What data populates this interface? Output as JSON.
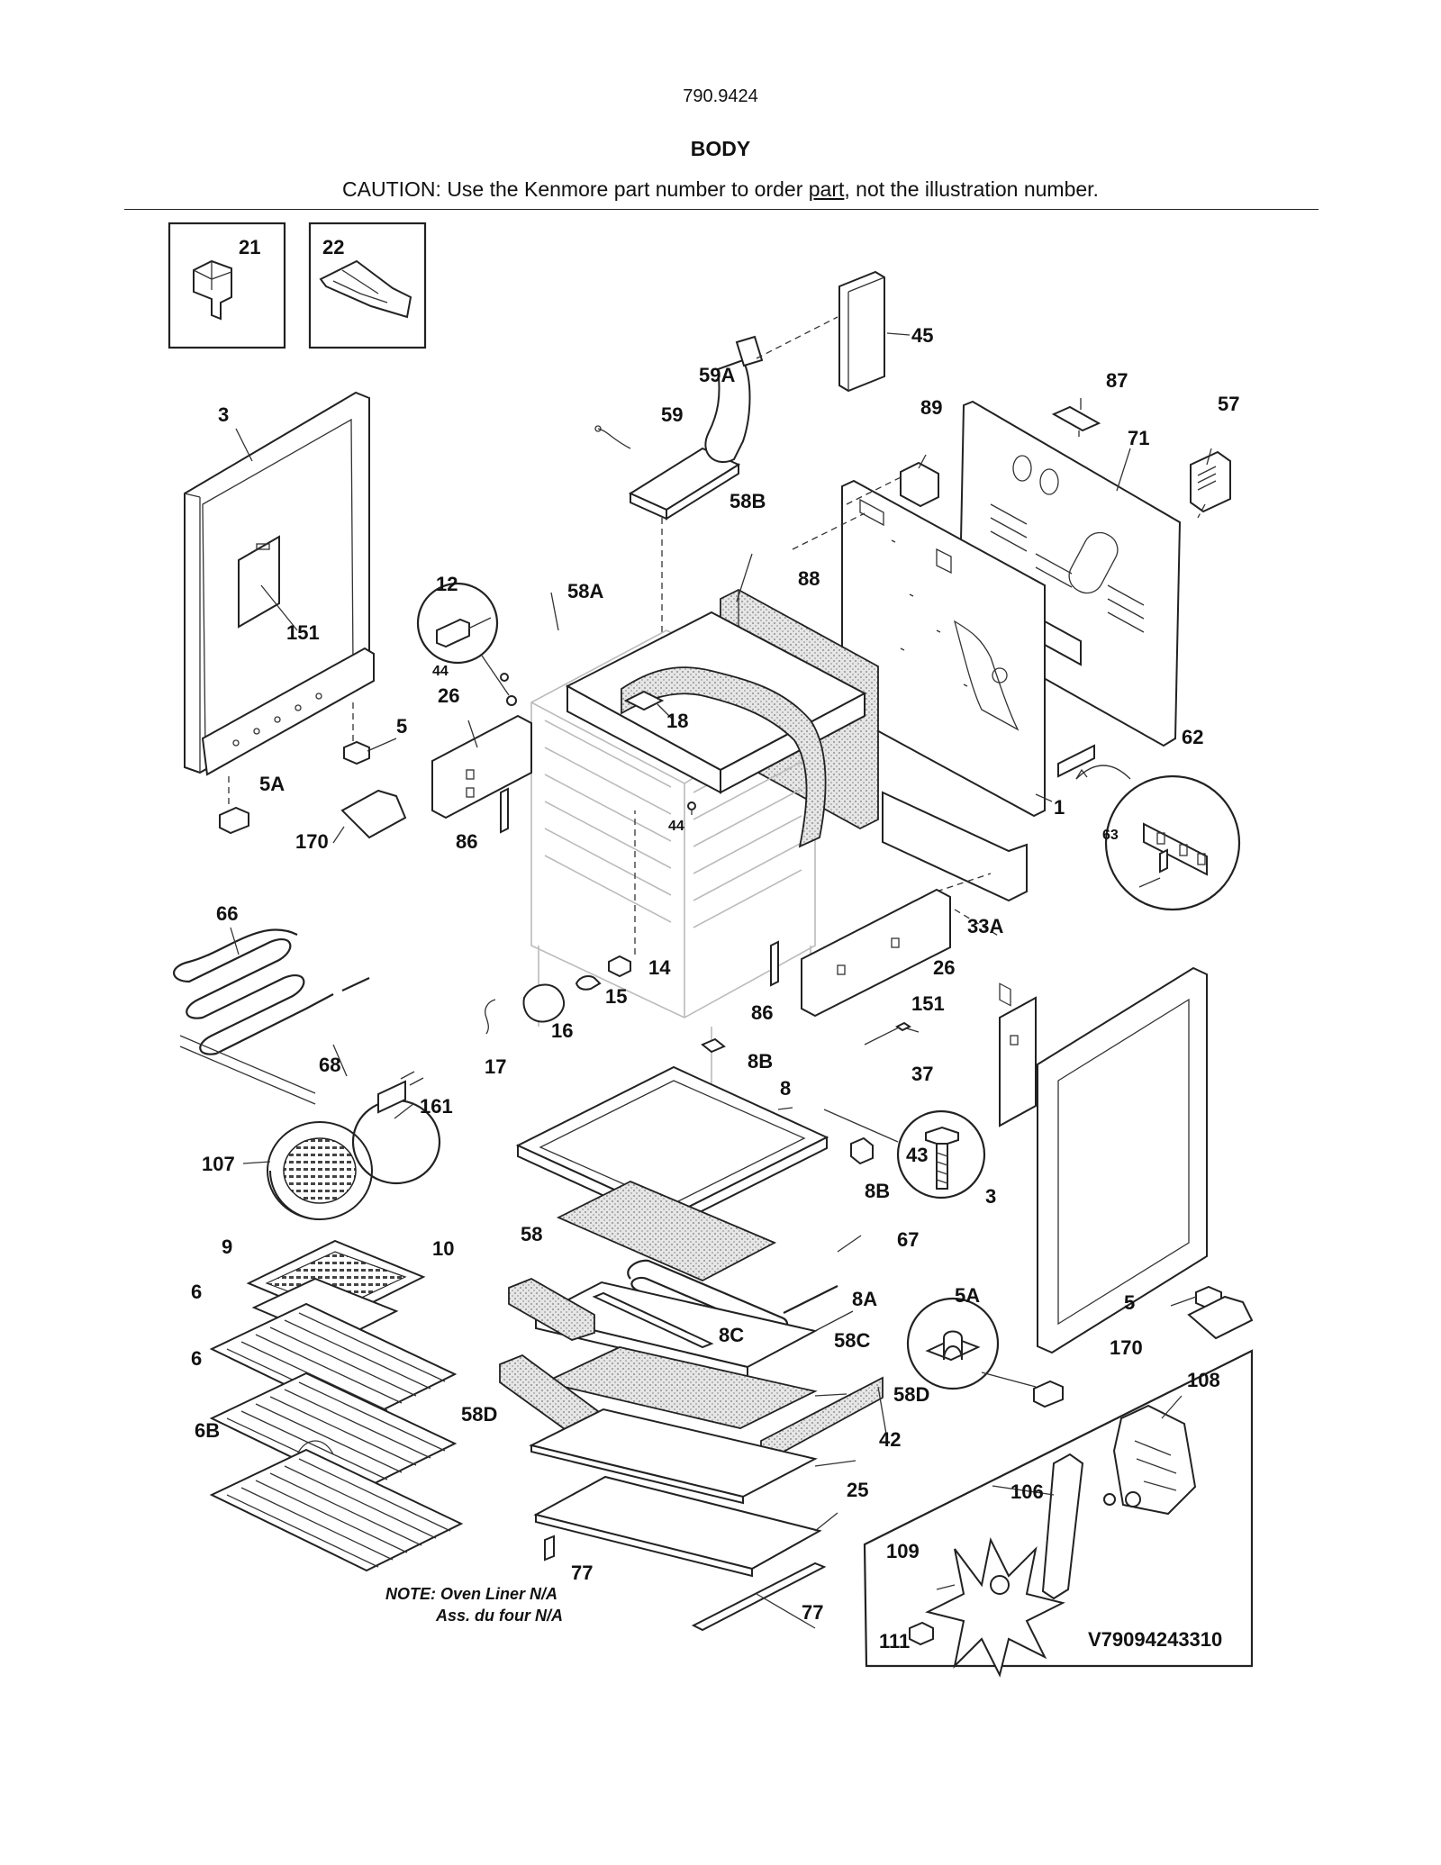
{
  "header": {
    "model_number": "790.9424",
    "title": "BODY",
    "caution_prefix": "CAUTION: Use the Kenmore part number to order ",
    "caution_underlined": "part",
    "caution_suffix": ", not the illustration number."
  },
  "callouts": {
    "c21": "21",
    "c22": "22",
    "c45": "45",
    "c59A": "59A",
    "c59": "59",
    "c87": "87",
    "c57": "57",
    "c89": "89",
    "c71": "71",
    "c3a": "3",
    "c151a": "151",
    "c58B": "58B",
    "c88": "88",
    "c12": "12",
    "c58A": "58A",
    "c44a": "44",
    "c26a": "26",
    "c18": "18",
    "c5a": "5",
    "c5Aa": "5A",
    "c170a": "170",
    "c86a": "86",
    "c44b": "44",
    "c62": "62",
    "c1": "1",
    "c63": "63",
    "c66": "66",
    "c33A": "33A",
    "c14": "14",
    "c26b": "26",
    "c15": "15",
    "c16": "16",
    "c86b": "86",
    "c151b": "151",
    "c68": "68",
    "c17": "17",
    "c8B_a": "8B",
    "c37": "37",
    "c8": "8",
    "c161": "161",
    "c107": "107",
    "c43": "43",
    "c8B_b": "8B",
    "c3b": "3",
    "c58": "58",
    "c67": "67",
    "c9": "9",
    "c10": "10",
    "c6a": "6",
    "c8A": "8A",
    "c5Ab": "5A",
    "c5b": "5",
    "c8C": "8C",
    "c58C": "58C",
    "c6b": "6",
    "c170b": "170",
    "c58D_a": "58D",
    "c58D_b": "58D",
    "c108": "108",
    "c42": "42",
    "c6B": "6B",
    "c25": "25",
    "c106": "106",
    "c109": "109",
    "c77a": "77",
    "c77b": "77",
    "c111": "111"
  },
  "note": {
    "line1": "NOTE: Oven Liner N/A",
    "line2": "Ass. du four N/A"
  },
  "diagram_code": "V79094243310"
}
